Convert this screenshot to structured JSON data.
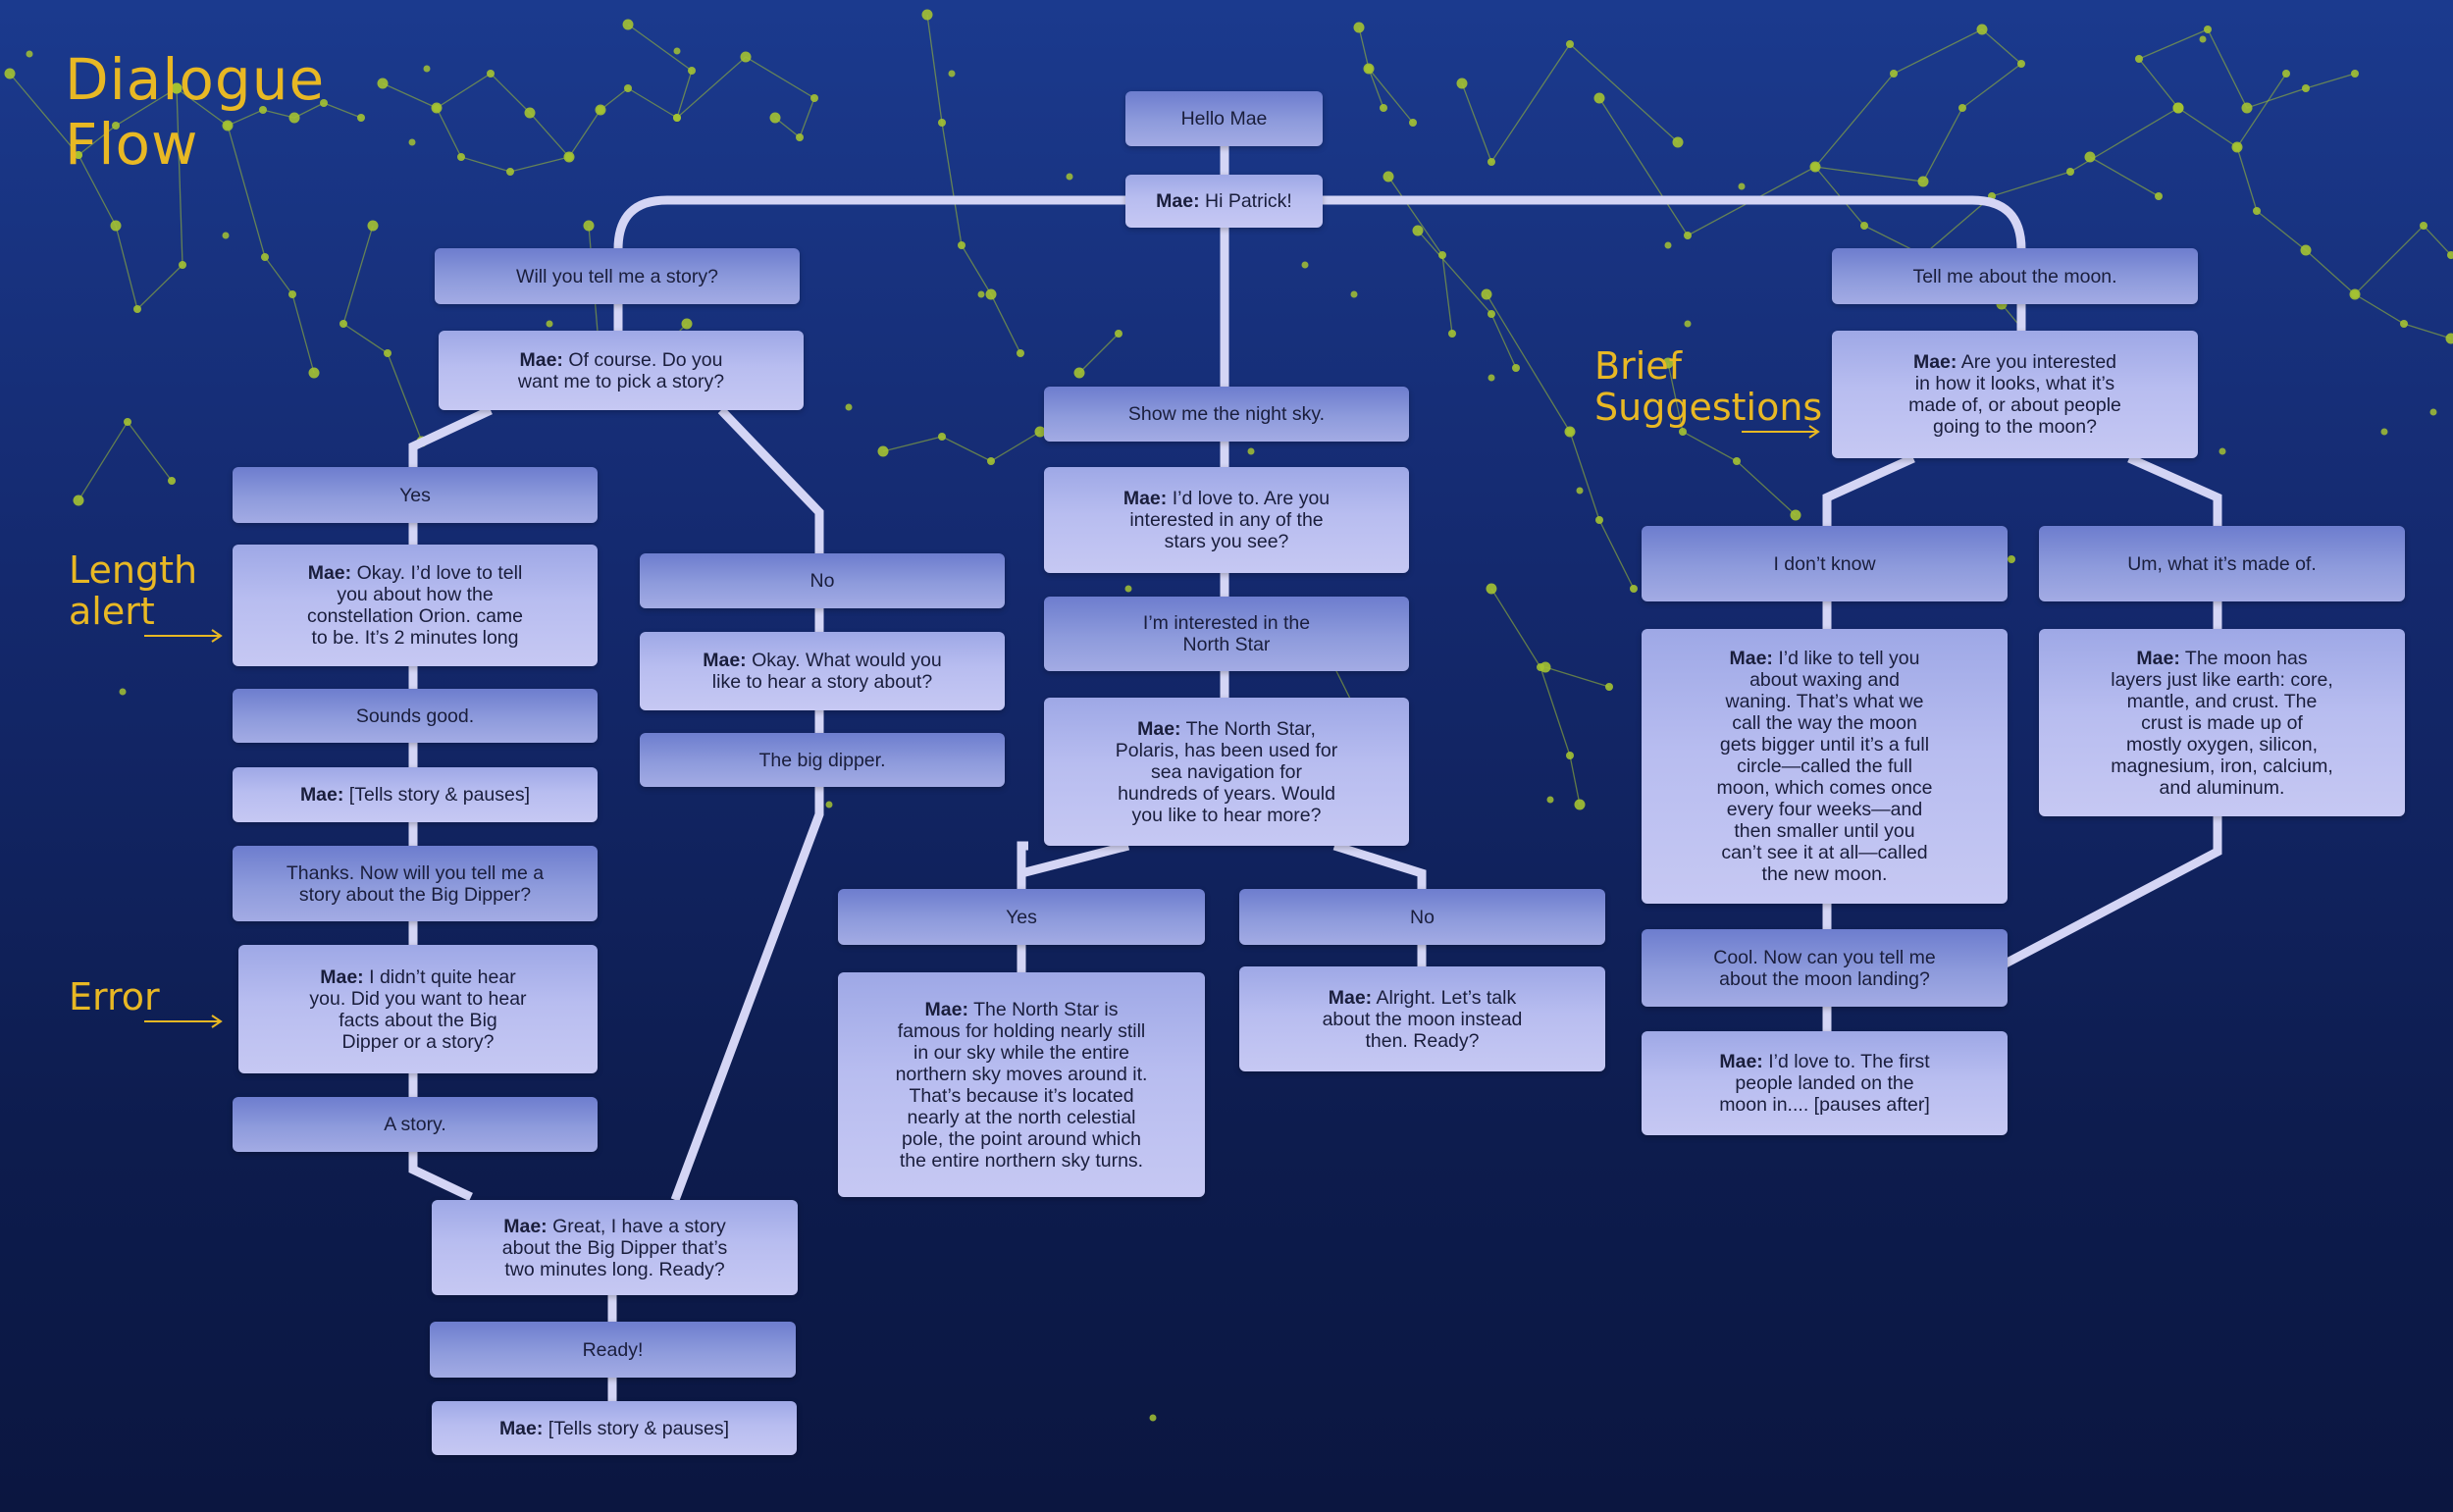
{
  "title": "Dialogue\nFlow",
  "annotations": {
    "length_alert": "Length\nalert",
    "error": "Error",
    "brief_suggestions": "Brief\nSuggestions"
  },
  "colors": {
    "accent": "#e8b824",
    "connector": "#d4d5f5",
    "star": "#a4c232",
    "user_bubble": "#8e9bdc",
    "mae_bubble": "#bcc0ef"
  },
  "speaker": "Mae:",
  "nodes": {
    "hello_mae": {
      "speaker": "",
      "text": "Hello Mae"
    },
    "hi_patrick": {
      "speaker": "Mae:",
      "text": "Hi Patrick!"
    },
    "tell_story_q": {
      "speaker": "",
      "text": "Will you tell me a story?"
    },
    "of_course": {
      "speaker": "Mae:",
      "text": "Of course. Do you\nwant me to pick a story?"
    },
    "yes_story": {
      "speaker": "",
      "text": "Yes"
    },
    "orion": {
      "speaker": "Mae:",
      "text": "Okay. I’d love to tell\nyou about how the\nconstellation Orion. came\nto be. It’s 2 minutes long"
    },
    "sounds_good": {
      "speaker": "",
      "text": "Sounds good."
    },
    "tells_story_1": {
      "speaker": "Mae:",
      "text": "[Tells story & pauses]"
    },
    "big_dipper_q": {
      "speaker": "",
      "text": "Thanks. Now will you tell me a\nstory about the Big Dipper?"
    },
    "didnt_hear": {
      "speaker": "Mae:",
      "text": "I didn’t quite hear\nyou. Did you want to hear\nfacts about the Big\nDipper or a story?"
    },
    "a_story": {
      "speaker": "",
      "text": "A story."
    },
    "no_story": {
      "speaker": "",
      "text": "No"
    },
    "what_story": {
      "speaker": "Mae:",
      "text": "Okay. What would you\nlike to hear a story about?"
    },
    "big_dipper": {
      "speaker": "",
      "text": "The big dipper."
    },
    "great_story": {
      "speaker": "Mae:",
      "text": "Great, I have a story\nabout the Big Dipper that’s\ntwo minutes long. Ready?"
    },
    "ready": {
      "speaker": "",
      "text": "Ready!"
    },
    "tells_story_2": {
      "speaker": "Mae:",
      "text": "[Tells story & pauses]"
    },
    "night_sky": {
      "speaker": "",
      "text": "Show me the night sky."
    },
    "love_to": {
      "speaker": "Mae:",
      "text": "I’d love to. Are you\ninterested in any of the\nstars you see?"
    },
    "north_star_int": {
      "speaker": "",
      "text": "I’m interested in the\nNorth Star"
    },
    "polaris": {
      "speaker": "Mae:",
      "text": "The North Star,\nPolaris, has been used for\nsea navigation for\nhundreds of years. Would\nyou like to hear more?"
    },
    "yes_more": {
      "speaker": "",
      "text": "Yes"
    },
    "no_more": {
      "speaker": "",
      "text": "No"
    },
    "famous": {
      "speaker": "Mae:",
      "text": "The North Star is\nfamous for holding nearly still\nin our sky while the entire\nnorthern sky moves around it.\nThat’s because it’s located\nnearly at the north celestial\npole, the point around which\nthe entire northern sky turns."
    },
    "alright": {
      "speaker": "Mae:",
      "text": "Alright. Let’s talk\nabout the moon instead\nthen. Ready?"
    },
    "moon_q": {
      "speaker": "",
      "text": "Tell me about the moon."
    },
    "moon_interest": {
      "speaker": "Mae:",
      "text": "Are you interested\nin how it looks, what it’s\nmade of, or about people\ngoing to the moon?"
    },
    "dont_know": {
      "speaker": "",
      "text": "I don’t know"
    },
    "made_of_q": {
      "speaker": "",
      "text": "Um, what it’s made of."
    },
    "waxing": {
      "speaker": "Mae:",
      "text": "I’d like to tell you\nabout waxing and\nwaning. That’s what we\ncall the way the moon\ngets bigger until it’s a full\ncircle—called the full\nmoon, which comes once\nevery four weeks—and\nthen smaller until you\ncan’t see it at all—called\nthe new moon."
    },
    "layers": {
      "speaker": "Mae:",
      "text": "The moon has\nlayers just like earth: core,\nmantle, and crust. The\ncrust is made up of\nmostly oxygen, silicon,\nmagnesium, iron, calcium,\nand aluminum."
    },
    "moon_landing_q": {
      "speaker": "",
      "text": "Cool. Now can you tell me\nabout the moon landing?"
    },
    "first_people": {
      "speaker": "Mae:",
      "text": "I’d love to. The first\npeople landed on the\nmoon in.... [pauses after]"
    }
  }
}
